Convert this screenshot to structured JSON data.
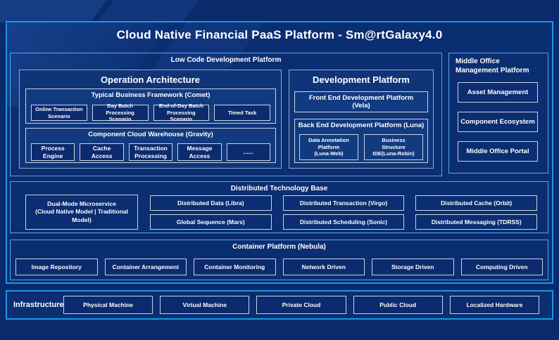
{
  "title": "Cloud Native Financial PaaS Platform - Sm@rtGalaxy4.0",
  "colors": {
    "page_bg": "#0a2a6b",
    "panel_bg": "#0b2d71",
    "section_bg": "#103478",
    "accent_border": "#1a98e6",
    "soft_border": "#58a6e4",
    "box_border": "#c9d4e2",
    "text": "#ffffff"
  },
  "low_code": {
    "label": "Low Code Development Platform",
    "operation": {
      "title": "Operation Architecture",
      "comet": {
        "title": "Typical Business Framework (Comet)",
        "items": [
          "Online Transaction Scenario",
          "Day Batch Processing Scenario",
          "End-of-Day Batch Processing Scenario",
          "Timed Task"
        ]
      },
      "gravity": {
        "title": "Component Cloud Warehouse (Gravity)",
        "items": [
          "Process Engine",
          "Cache Access",
          "Transaction Processing",
          "Message Access",
          "......"
        ]
      }
    },
    "development": {
      "title": "Development Platform",
      "front_end": "Front End Development Platform (Vela)",
      "back_end": {
        "title": "Back End Development Platform (Luna)",
        "items": [
          {
            "l1": "Data Annotation",
            "l2": "Platform",
            "l3": "(Luna-Web)"
          },
          {
            "l1": "Business",
            "l2": "Structure",
            "l3": "IDE(Luna-Robin)"
          }
        ]
      }
    }
  },
  "middle_office": {
    "label": "Middle Office Management Platform",
    "items": [
      "Asset Management",
      "Component Ecosystem",
      "Middle Office Portal"
    ]
  },
  "distributed": {
    "label": "Distributed Technology Base",
    "microservice": {
      "l1": "Dual-Mode Microservice",
      "l2": "(Cloud Native Model | Traditional Model)"
    },
    "columns": [
      [
        "Distributed Data (Libra)",
        "Global Sequence (Mars)"
      ],
      [
        "Distributed Transaction (Virgo)",
        "Distributed Scheduling (Sonic)"
      ],
      [
        "Distributed Cache (Orbit)",
        "Distributed Messaging (TDRSS)"
      ]
    ]
  },
  "container_platform": {
    "label": "Container Platform (Nebula)",
    "items": [
      "Image Repository",
      "Container Arrangement",
      "Container Monitoring",
      "Network Driven",
      "Storage Driven",
      "Computing Driven"
    ]
  },
  "infrastructure": {
    "label": "Infrastructure",
    "items": [
      "Physical Machine",
      "Virtual Machine",
      "Private Cloud",
      "Public Cloud",
      "Localized Hardware"
    ]
  }
}
